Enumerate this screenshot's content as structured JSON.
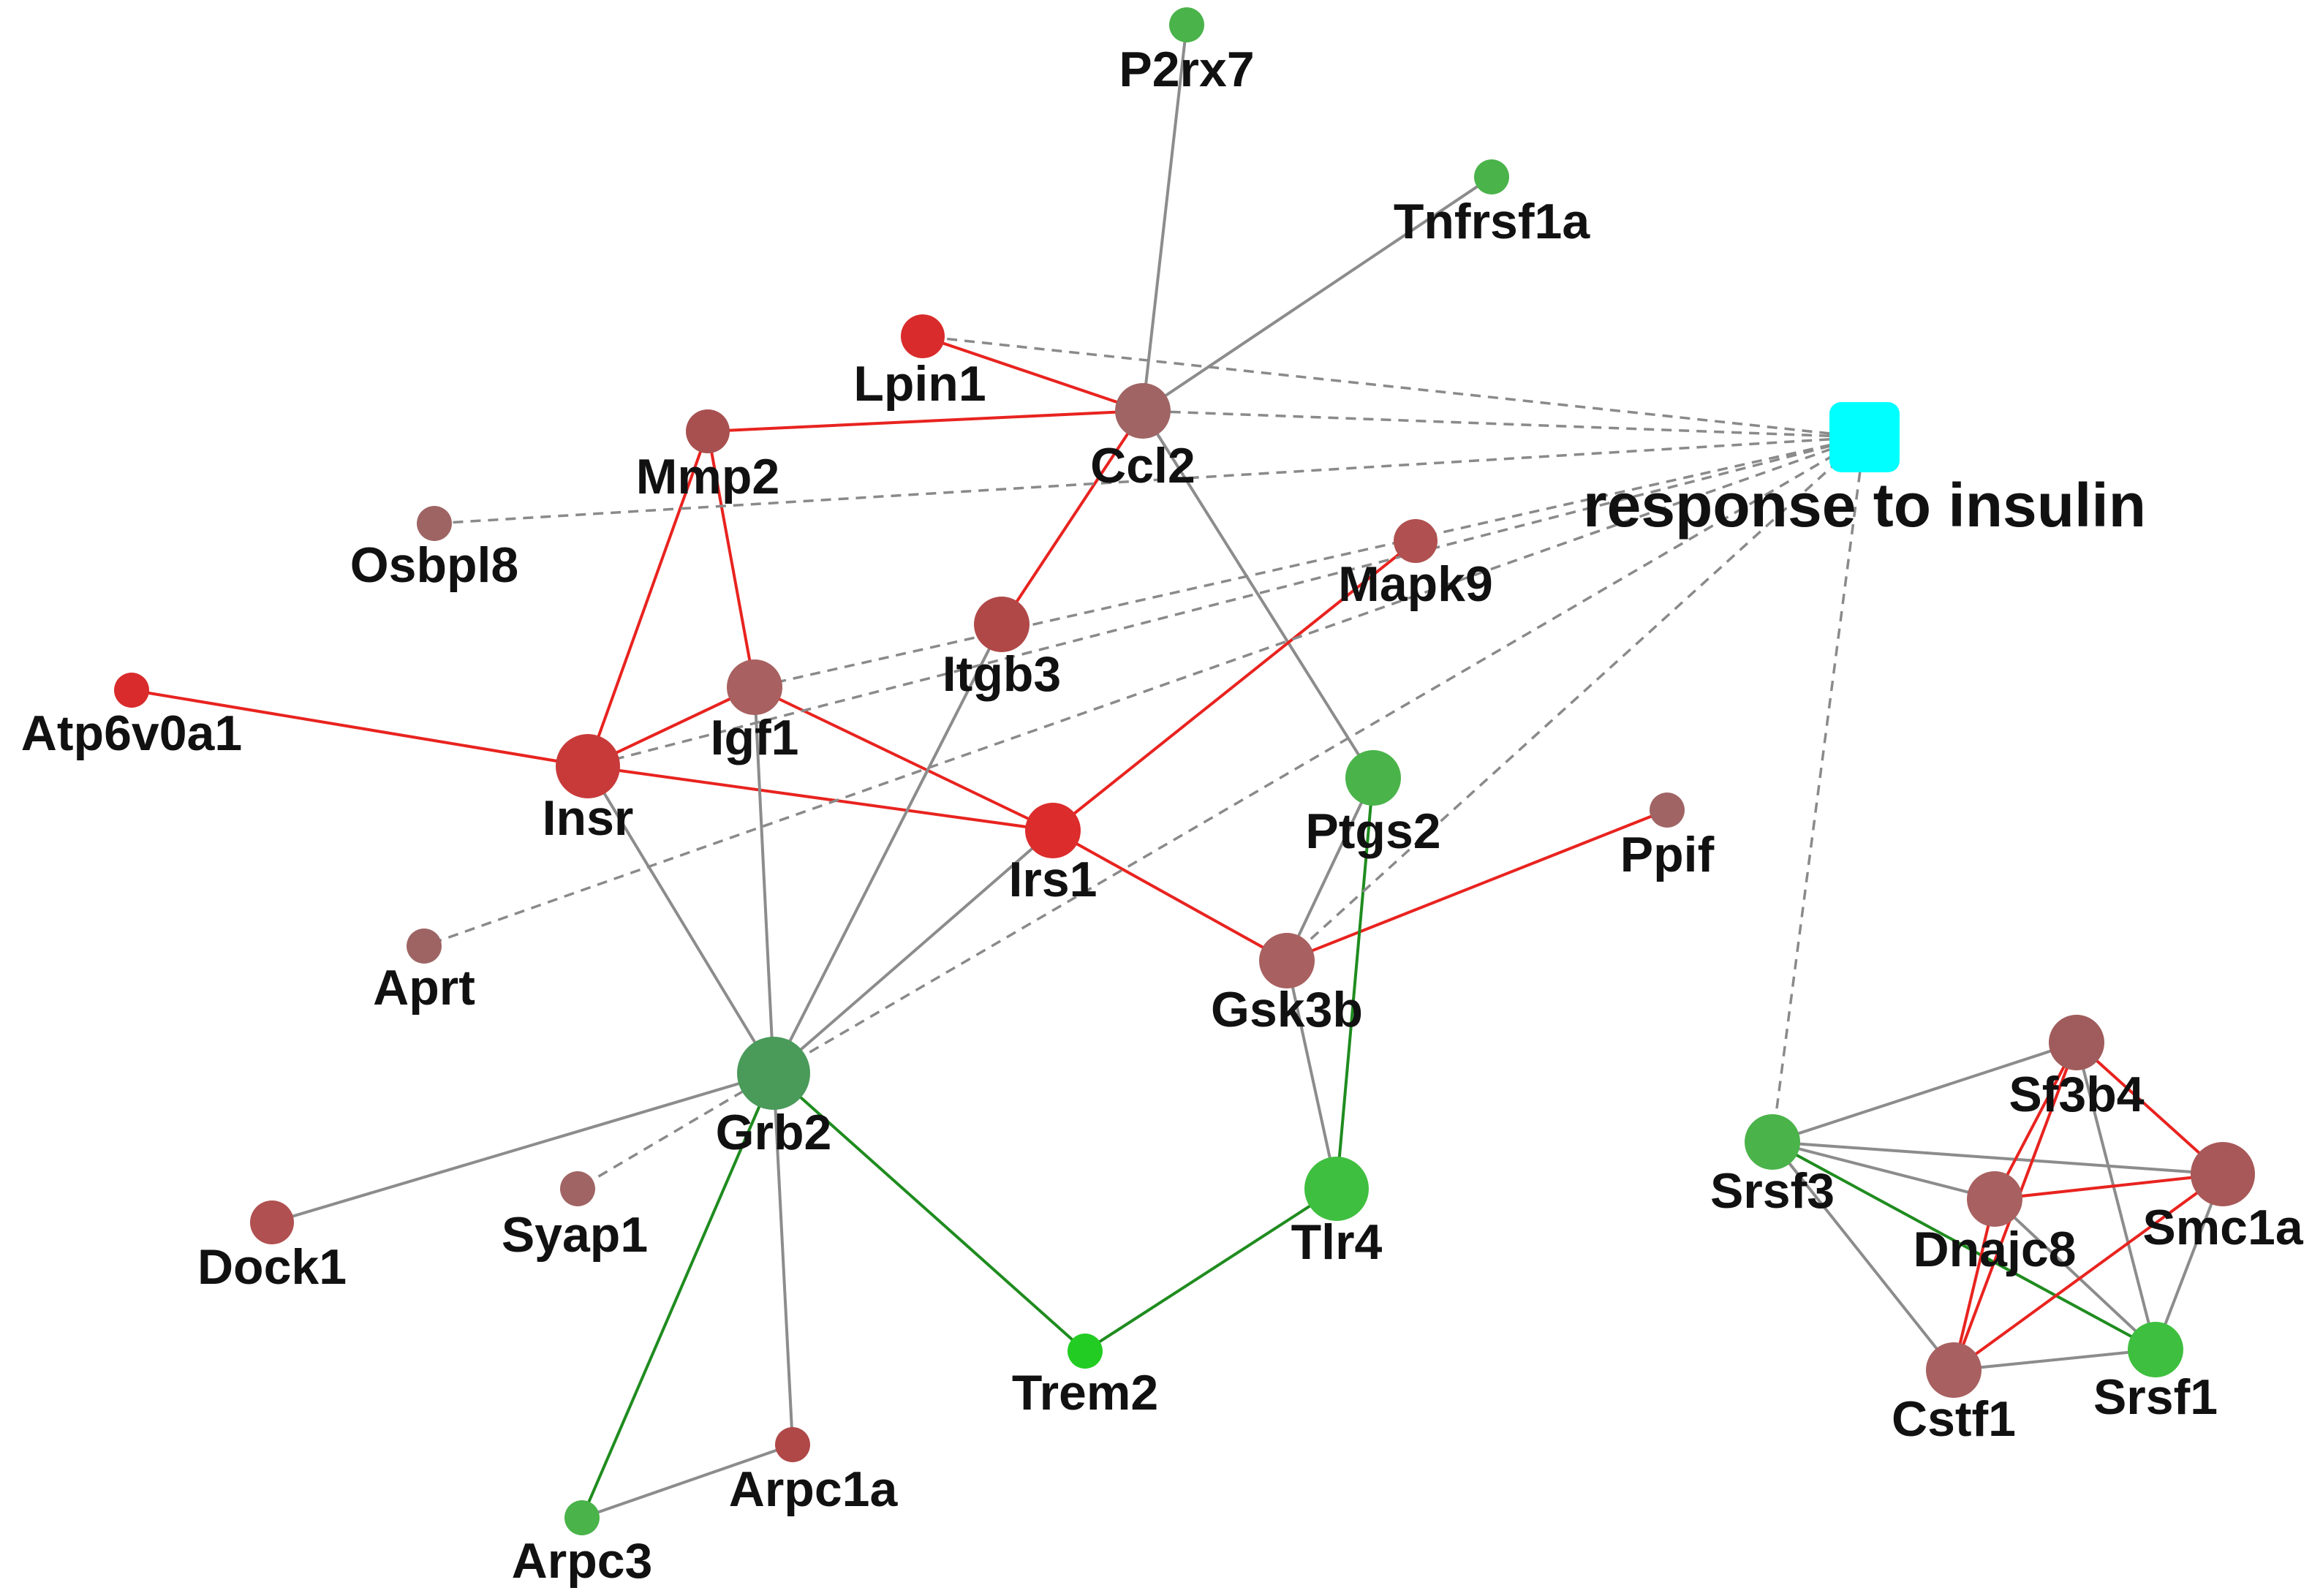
{
  "colors": {
    "background": "#ffffff",
    "edge_gray": "#8c8c8c",
    "edge_red": "#e8231f",
    "edge_green": "#1f8c1f",
    "edge_dashed": "#8a8a8a",
    "term_node": "#00ffff",
    "label": "#111111"
  },
  "term": {
    "id": "response_to_insulin",
    "label": "response to insulin",
    "color": "#00ffff",
    "shape": "rounded-square"
  },
  "nodes": [
    {
      "id": "P2rx7",
      "label": "P2rx7",
      "color": "#4ab34a",
      "size": "small"
    },
    {
      "id": "Tnfrsf1a",
      "label": "Tnfrsf1a",
      "color": "#4ab34a",
      "size": "small"
    },
    {
      "id": "Lpin1",
      "label": "Lpin1",
      "color": "#d92b2b",
      "size": "medium"
    },
    {
      "id": "Ccl2",
      "label": "Ccl2",
      "color": "#a06464",
      "size": "large"
    },
    {
      "id": "Mmp2",
      "label": "Mmp2",
      "color": "#a85050",
      "size": "medium"
    },
    {
      "id": "Osbpl8",
      "label": "Osbpl8",
      "color": "#9e6464",
      "size": "small"
    },
    {
      "id": "Mapk9",
      "label": "Mapk9",
      "color": "#b05050",
      "size": "medium"
    },
    {
      "id": "Itgb3",
      "label": "Itgb3",
      "color": "#b04848",
      "size": "large"
    },
    {
      "id": "Atp6v0a1",
      "label": "Atp6v0a1",
      "color": "#d92b2b",
      "size": "small"
    },
    {
      "id": "Igf1",
      "label": "Igf1",
      "color": "#a86060",
      "size": "large"
    },
    {
      "id": "Insr",
      "label": "Insr",
      "color": "#c83a3a",
      "size": "xlarge"
    },
    {
      "id": "Irs1",
      "label": "Irs1",
      "color": "#dc2c2c",
      "size": "large"
    },
    {
      "id": "Ptgs2",
      "label": "Ptgs2",
      "color": "#4ab34a",
      "size": "large"
    },
    {
      "id": "Ppif",
      "label": "Ppif",
      "color": "#a06464",
      "size": "small"
    },
    {
      "id": "Aprt",
      "label": "Aprt",
      "color": "#9e6464",
      "size": "small"
    },
    {
      "id": "Gsk3b",
      "label": "Gsk3b",
      "color": "#a86060",
      "size": "large"
    },
    {
      "id": "Grb2",
      "label": "Grb2",
      "color": "#4a9a5a",
      "size": "xxlarge"
    },
    {
      "id": "Syap1",
      "label": "Syap1",
      "color": "#a06464",
      "size": "small"
    },
    {
      "id": "Dock1",
      "label": "Dock1",
      "color": "#b05050",
      "size": "medium"
    },
    {
      "id": "Tlr4",
      "label": "Tlr4",
      "color": "#3fbf3f",
      "size": "xlarge"
    },
    {
      "id": "Trem2",
      "label": "Trem2",
      "color": "#22cc22",
      "size": "small"
    },
    {
      "id": "Arpc1a",
      "label": "Arpc1a",
      "color": "#b04848",
      "size": "small"
    },
    {
      "id": "Arpc3",
      "label": "Arpc3",
      "color": "#4ab34a",
      "size": "small"
    },
    {
      "id": "Sf3b4",
      "label": "Sf3b4",
      "color": "#a05c5c",
      "size": "large"
    },
    {
      "id": "Srsf3",
      "label": "Srsf3",
      "color": "#4ab34a",
      "size": "large"
    },
    {
      "id": "Dnajc8",
      "label": "Dnajc8",
      "color": "#a86060",
      "size": "large"
    },
    {
      "id": "Smc1a",
      "label": "Smc1a",
      "color": "#a85858",
      "size": "xlarge"
    },
    {
      "id": "Cstf1",
      "label": "Cstf1",
      "color": "#a86060",
      "size": "large"
    },
    {
      "id": "Srsf1",
      "label": "Srsf1",
      "color": "#3fbf3f",
      "size": "large"
    }
  ],
  "edges": [
    {
      "source": "Ccl2",
      "target": "P2rx7",
      "type": "gray"
    },
    {
      "source": "Ccl2",
      "target": "Tnfrsf1a",
      "type": "gray"
    },
    {
      "source": "Ccl2",
      "target": "Lpin1",
      "type": "red"
    },
    {
      "source": "Ccl2",
      "target": "Mmp2",
      "type": "red"
    },
    {
      "source": "Ccl2",
      "target": "Itgb3",
      "type": "red"
    },
    {
      "source": "Ccl2",
      "target": "Ptgs2",
      "type": "gray"
    },
    {
      "source": "Mmp2",
      "target": "Insr",
      "type": "red"
    },
    {
      "source": "Mmp2",
      "target": "Igf1",
      "type": "red"
    },
    {
      "source": "Atp6v0a1",
      "target": "Insr",
      "type": "red"
    },
    {
      "source": "Insr",
      "target": "Igf1",
      "type": "red"
    },
    {
      "source": "Insr",
      "target": "Irs1",
      "type": "red"
    },
    {
      "source": "Igf1",
      "target": "Irs1",
      "type": "red"
    },
    {
      "source": "Irs1",
      "target": "Mapk9",
      "type": "red"
    },
    {
      "source": "Irs1",
      "target": "Gsk3b",
      "type": "red"
    },
    {
      "source": "Gsk3b",
      "target": "Ppif",
      "type": "red"
    },
    {
      "source": "Gsk3b",
      "target": "Ptgs2",
      "type": "gray"
    },
    {
      "source": "Gsk3b",
      "target": "Tlr4",
      "type": "gray"
    },
    {
      "source": "Ptgs2",
      "target": "Tlr4",
      "type": "green"
    },
    {
      "source": "Tlr4",
      "target": "Trem2",
      "type": "green"
    },
    {
      "source": "Grb2",
      "target": "Trem2",
      "type": "green"
    },
    {
      "source": "Grb2",
      "target": "Insr",
      "type": "gray"
    },
    {
      "source": "Grb2",
      "target": "Igf1",
      "type": "gray"
    },
    {
      "source": "Grb2",
      "target": "Itgb3",
      "type": "gray"
    },
    {
      "source": "Grb2",
      "target": "Irs1",
      "type": "gray"
    },
    {
      "source": "Grb2",
      "target": "Dock1",
      "type": "gray"
    },
    {
      "source": "Grb2",
      "target": "Arpc1a",
      "type": "gray"
    },
    {
      "source": "Grb2",
      "target": "Arpc3",
      "type": "green"
    },
    {
      "source": "Arpc1a",
      "target": "Arpc3",
      "type": "gray"
    },
    {
      "source": "Srsf3",
      "target": "Sf3b4",
      "type": "gray"
    },
    {
      "source": "Srsf3",
      "target": "Smc1a",
      "type": "gray"
    },
    {
      "source": "Srsf3",
      "target": "Dnajc8",
      "type": "gray"
    },
    {
      "source": "Srsf3",
      "target": "Cstf1",
      "type": "gray"
    },
    {
      "source": "Srsf3",
      "target": "Srsf1",
      "type": "green"
    },
    {
      "source": "Sf3b4",
      "target": "Dnajc8",
      "type": "red"
    },
    {
      "source": "Sf3b4",
      "target": "Cstf1",
      "type": "red"
    },
    {
      "source": "Sf3b4",
      "target": "Smc1a",
      "type": "red"
    },
    {
      "source": "Sf3b4",
      "target": "Srsf1",
      "type": "gray"
    },
    {
      "source": "Dnajc8",
      "target": "Smc1a",
      "type": "red"
    },
    {
      "source": "Dnajc8",
      "target": "Cstf1",
      "type": "red"
    },
    {
      "source": "Dnajc8",
      "target": "Srsf1",
      "type": "gray"
    },
    {
      "source": "Smc1a",
      "target": "Cstf1",
      "type": "red"
    },
    {
      "source": "Smc1a",
      "target": "Srsf1",
      "type": "gray"
    },
    {
      "source": "Cstf1",
      "target": "Srsf1",
      "type": "gray"
    },
    {
      "source": "response_to_insulin",
      "target": "Lpin1",
      "type": "dashed"
    },
    {
      "source": "response_to_insulin",
      "target": "Ccl2",
      "type": "dashed"
    },
    {
      "source": "response_to_insulin",
      "target": "Osbpl8",
      "type": "dashed"
    },
    {
      "source": "response_to_insulin",
      "target": "Igf1",
      "type": "dashed"
    },
    {
      "source": "response_to_insulin",
      "target": "Insr",
      "type": "dashed"
    },
    {
      "source": "response_to_insulin",
      "target": "Aprt",
      "type": "dashed"
    },
    {
      "source": "response_to_insulin",
      "target": "Grb2",
      "type": "dashed"
    },
    {
      "source": "response_to_insulin",
      "target": "Gsk3b",
      "type": "dashed"
    },
    {
      "source": "response_to_insulin",
      "target": "Srsf3",
      "type": "dashed"
    },
    {
      "source": "Grb2",
      "target": "Syap1",
      "type": "dashed"
    }
  ]
}
